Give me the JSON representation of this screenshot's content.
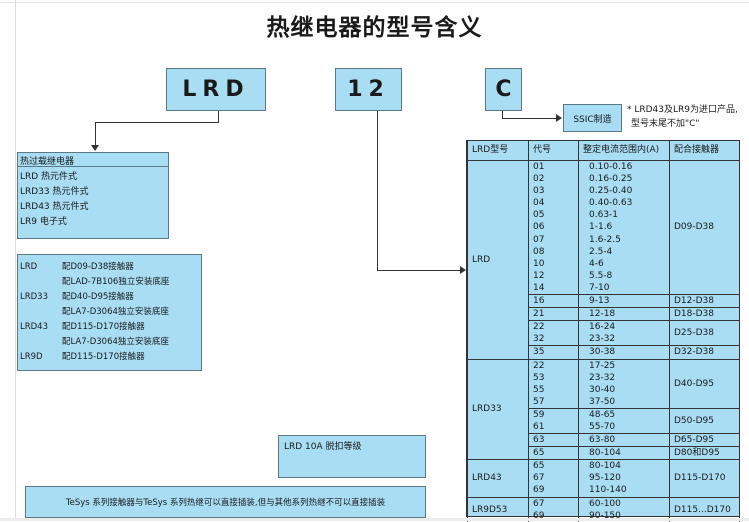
{
  "title": "热继电器的型号含义",
  "codes": {
    "series": "LRD",
    "current": "12",
    "suffix": "C"
  },
  "ssic": {
    "label": "SSIC制造",
    "note_line1": "* LRD43及LR9为进口产品,",
    "note_line2": "型号末尾不加\"C\""
  },
  "relay_types": {
    "header": "热过载继电器",
    "items": [
      "LRD 热元件式",
      "LRD33 热元件式",
      "LRD43 热元件式",
      "LR9 电子式"
    ]
  },
  "pairings": [
    {
      "model": "LRD",
      "text": "配D09-D38接触器"
    },
    {
      "model": "",
      "text": "配LAD-7B106独立安装底座"
    },
    {
      "model": "LRD33",
      "text": "配D40-D95接触器"
    },
    {
      "model": "",
      "text": "配LA7-D3064独立安装底座"
    },
    {
      "model": "LRD43",
      "text": "配D115-D170接触器"
    },
    {
      "model": "",
      "text": "配LA7-D3064独立安装底座"
    },
    {
      "model": "LR9D",
      "text": "配D115-D170接触器"
    }
  ],
  "trip_class": "LRD 10A 脱扣等级",
  "footer_note": "TeSys 系列接触器与TeSys 系列热继可以直接插装,但与其他系列热继不可以直接插装",
  "table": {
    "headers": [
      "LRD型号",
      "代号",
      "整定电流范围内(A)",
      "配合接触器"
    ],
    "groups": [
      {
        "model": "LRD",
        "subs": [
          {
            "contactor": "D09-D38",
            "rows": [
              [
                "01",
                "0.10-0.16"
              ],
              [
                "02",
                "0.16-0.25"
              ],
              [
                "03",
                "0.25-0.40"
              ],
              [
                "04",
                "0.40-0.63"
              ],
              [
                "05",
                "0.63-1"
              ],
              [
                "06",
                "1-1.6"
              ],
              [
                "07",
                "1.6-2.5"
              ],
              [
                "08",
                "2.5-4"
              ],
              [
                "10",
                "4-6"
              ],
              [
                "12",
                "5.5-8"
              ],
              [
                "14",
                "7-10"
              ]
            ]
          },
          {
            "contactor": "D12-D38",
            "rows": [
              [
                "16",
                "9-13"
              ]
            ]
          },
          {
            "contactor": "D18-D38",
            "rows": [
              [
                "21",
                "12-18"
              ]
            ]
          },
          {
            "contactor": "D25-D38",
            "rows": [
              [
                "22",
                "16-24"
              ],
              [
                "32",
                "23-32"
              ]
            ]
          },
          {
            "contactor": "D32-D38",
            "rows": [
              [
                "35",
                "30-38"
              ]
            ]
          }
        ]
      },
      {
        "model": "LRD33",
        "subs": [
          {
            "contactor": "D40-D95",
            "rows": [
              [
                "22",
                "17-25"
              ],
              [
                "53",
                "23-32"
              ],
              [
                "55",
                "30-40"
              ],
              [
                "57",
                "37-50"
              ]
            ]
          },
          {
            "contactor": "D50-D95",
            "rows": [
              [
                "59",
                "48-65"
              ],
              [
                "61",
                "55-70"
              ]
            ]
          },
          {
            "contactor": "D65-D95",
            "rows": [
              [
                "63",
                "63-80"
              ]
            ]
          },
          {
            "contactor": "D80和D95",
            "rows": [
              [
                "65",
                "80-104"
              ]
            ]
          }
        ]
      },
      {
        "model": "LRD43",
        "subs": [
          {
            "contactor": "D115-D170",
            "rows": [
              [
                "65",
                "80-104"
              ],
              [
                "67",
                "95-120"
              ],
              [
                "69",
                "110-140"
              ]
            ]
          }
        ]
      },
      {
        "model": "LR9D53",
        "subs": [
          {
            "contactor": "D115...D170",
            "rows": [
              [
                "67",
                "60-100"
              ],
              [
                "69",
                "90-150"
              ]
            ]
          }
        ]
      }
    ]
  }
}
